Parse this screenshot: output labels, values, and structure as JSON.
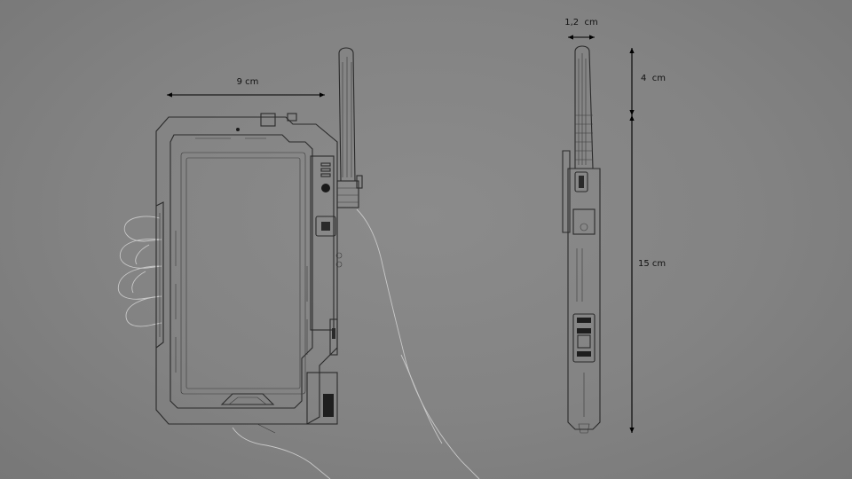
{
  "dimensions": {
    "width_front": "9 cm",
    "depth_side": "1,2  cm",
    "antenna_height": "4  cm",
    "body_height": "15 cm"
  },
  "colors": {
    "background": "#858585",
    "line": "#2a2a2a",
    "hand": "#c8c8c8"
  }
}
